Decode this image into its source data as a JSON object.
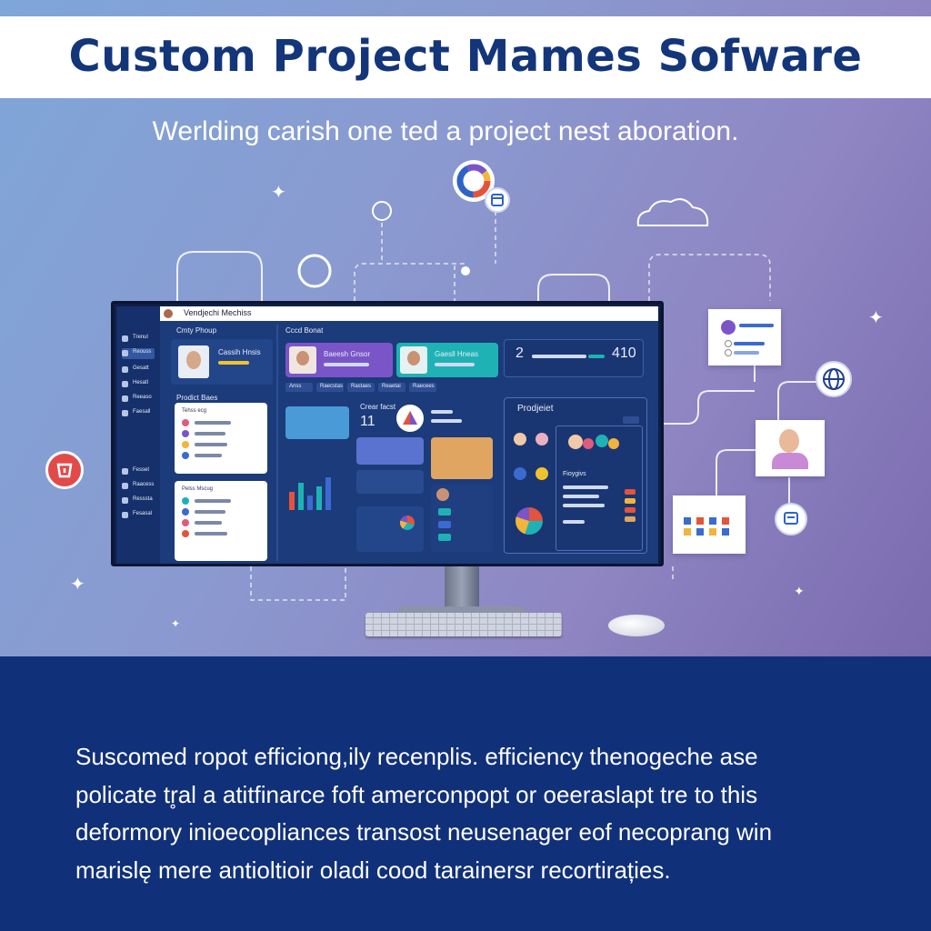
{
  "header": {
    "title": "Custom Project Mames Sofware",
    "subtitle": "Werlding carish one ted a project nest aboration."
  },
  "screen": {
    "topbar_title": "Vendjechi Mechiss",
    "section_left": "Cmty Phoup",
    "section_mid": "Cccd Bonat",
    "project_team_label": "Prodict Baes",
    "profile_cards": [
      {
        "name": "Cassih Hnsis"
      },
      {
        "name": "Baeesh Gnsor"
      },
      {
        "name": "Gaesll Hneas"
      }
    ],
    "stat_small": "2",
    "stat_big": "410",
    "tabs": [
      "Anss",
      "Raecstas",
      "Rastaes",
      "Reaetai",
      "Raecees"
    ],
    "big_number": "11",
    "panel_card_label": "Crear facst",
    "panel_title": "Prodjeiet",
    "panel_subhead": "Fioygivs",
    "list_head_1": "Tehss ecg ",
    "list_head_2": "Pelss Mscug",
    "sidebar_items": [
      "Trenul",
      "Reouss",
      "Gesatt",
      "Hesatl",
      "Reeaso",
      "Faesall",
      "Fesset",
      "Raacess",
      "Resssta",
      "Fesasal"
    ]
  },
  "body": {
    "lines": [
      "Suscomed ropot efficiong,ily recenplis. efficiency thenogeche ase",
      "policate tr̥al a atitfinarce foft amerconpopt or oeeraslapt tre to this",
      "deformory inioecopliances transost neusenager eof necoprang win",
      "marislę mere antioltioir oladi cood tarainersr recortirațies."
    ]
  },
  "colors": {
    "title": "#13357a",
    "bottom_panel": "#10307a",
    "screen_bg": "#1c3b7a",
    "accent_purple": "#7a55c8",
    "accent_teal": "#1fb2b4",
    "accent_orange": "#e0a560",
    "alert_red": "#e24a4a"
  },
  "icons": [
    "donut-chart-icon",
    "calendar-icon",
    "cloud-icon",
    "globe-icon",
    "alert-badge-icon",
    "avatar-icon",
    "document-icon"
  ]
}
